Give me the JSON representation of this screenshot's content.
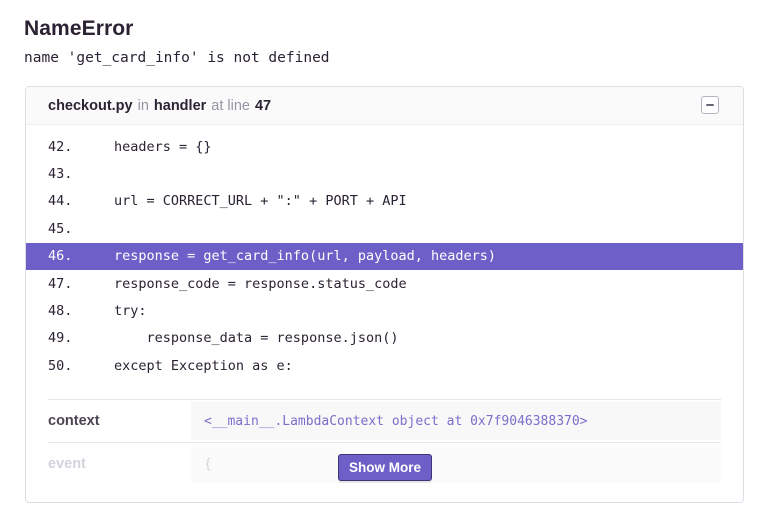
{
  "error": {
    "type": "NameError",
    "message": "name 'get_card_info' is not defined"
  },
  "frame": {
    "filename": "checkout.py",
    "in_label": "in",
    "function": "handler",
    "at_line_label": "at line",
    "line_number": "47",
    "collapse_icon": "minus-icon",
    "lines": [
      {
        "number": "42.",
        "code": "headers = {}",
        "active": false
      },
      {
        "number": "43.",
        "code": "",
        "active": false
      },
      {
        "number": "44.",
        "code": "url = CORRECT_URL + \":\" + PORT + API",
        "active": false
      },
      {
        "number": "45.",
        "code": "",
        "active": false
      },
      {
        "number": "46.",
        "code": "response = get_card_info(url, payload, headers)",
        "active": true
      },
      {
        "number": "47.",
        "code": "response_code = response.status_code",
        "active": false
      },
      {
        "number": "48.",
        "code": "try:",
        "active": false
      },
      {
        "number": "49.",
        "code": "    response_data = response.json()",
        "active": false
      },
      {
        "number": "50.",
        "code": "except Exception as e:",
        "active": false
      }
    ],
    "variables": [
      {
        "key": "context",
        "value": "<__main__.LambdaContext object at 0x7f9046388370>"
      },
      {
        "key": "event",
        "value": "{"
      }
    ],
    "show_more_label": "Show More"
  },
  "colors": {
    "accent": "#6c5fc7",
    "text": "#2b2233",
    "muted": "#9a93a3",
    "variable_value": "#7a6fc9"
  }
}
